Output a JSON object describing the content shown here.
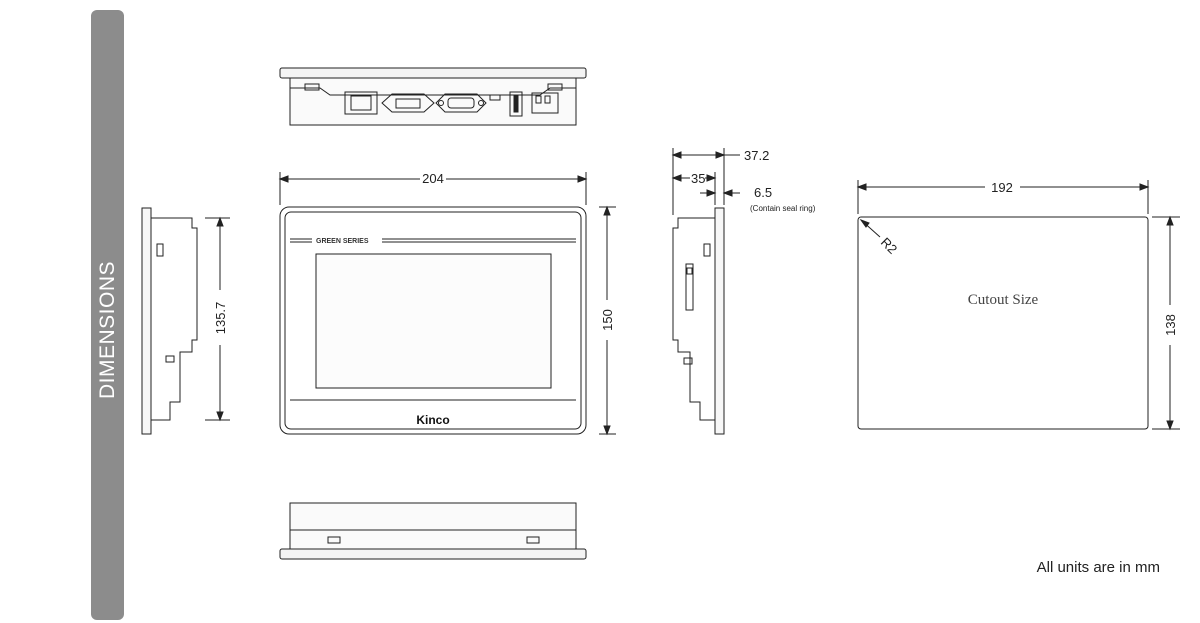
{
  "sidebar": {
    "title": "DIMENSIONS"
  },
  "dimensions": {
    "front_width": "204",
    "front_height": "150",
    "side_height": "135.7",
    "depth_total": "37.2",
    "depth_body": "35",
    "depth_bezel": "6.5",
    "seal_note": "(Contain seal ring)",
    "cutout_width": "192",
    "cutout_height": "138",
    "corner_radius": "R2"
  },
  "panel": {
    "series_label": "GREEN SERIES",
    "brand": "Kinco"
  },
  "cutout": {
    "label": "Cutout Size"
  },
  "footer": {
    "units_note": "All units are in mm"
  },
  "colors": {
    "sidebar": "#8c8c8c",
    "line": "#222222"
  }
}
